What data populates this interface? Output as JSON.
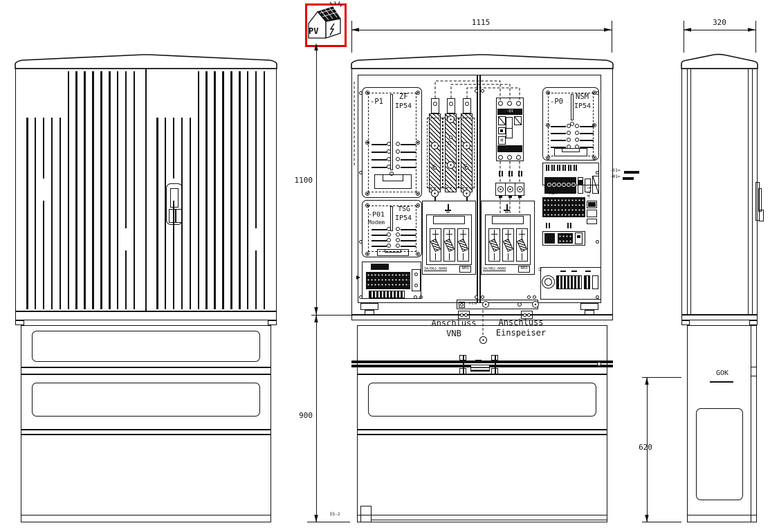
{
  "pv_badge": {
    "label": "PV"
  },
  "dimensions": {
    "front_width": "1115",
    "side_depth": "320",
    "upper_height": "1100",
    "lower_height": "900",
    "side_lower_height": "620"
  },
  "meter_panels": {
    "p1": {
      "tag": "-P1",
      "type": "ZF",
      "ip": "IP54"
    },
    "p01": {
      "tag": "-P01",
      "sub": "Modem",
      "type": "TSG",
      "ip": "IP54"
    },
    "p0": {
      "tag": "-P0",
      "type": "NSM",
      "ip": "IP54"
    }
  },
  "busbars": {
    "t1": "-T1",
    "t2": "-T2",
    "t3": "-T3"
  },
  "breaker": {
    "tag": "-Q1",
    "m": "M"
  },
  "fuse_switch": {
    "code": "34/062.0000",
    "size": "NH3"
  },
  "terminals": {
    "xdm": "-XDM",
    "k11": "-K1.1",
    "x1": "-X1",
    "pen": "PEN"
  },
  "callouts": {
    "s1": "-S1=",
    "h1": "-H1="
  },
  "connections": {
    "vnb_1": "Anschluss",
    "vnb_2": "VNB",
    "feed_1": "Anschluss",
    "feed_2": "Einspeiser"
  },
  "side": {
    "ground": "GOK"
  },
  "notes": {
    "base": "ES-2"
  },
  "colors": {
    "line": "#111111",
    "red": "#e60000"
  }
}
